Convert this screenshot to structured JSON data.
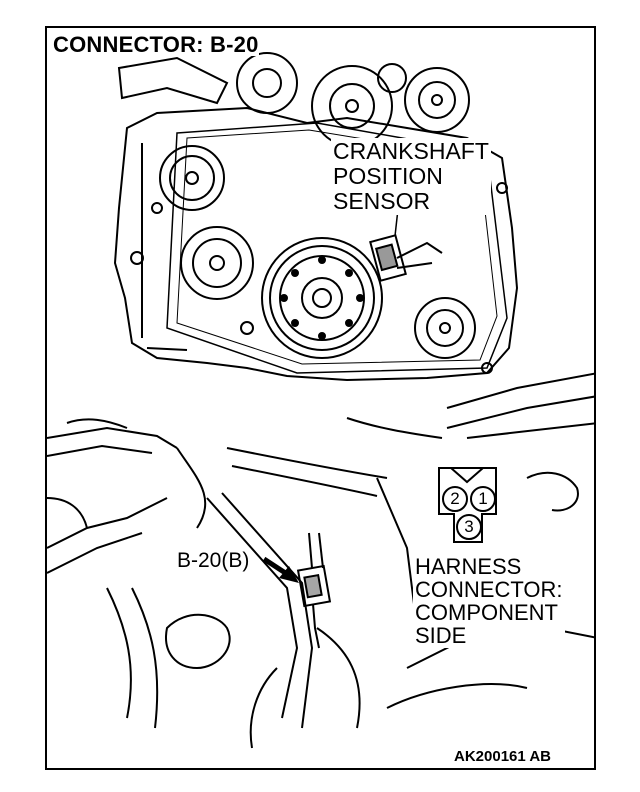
{
  "diagram": {
    "title": "CONNECTOR: B-20",
    "callouts": {
      "sensor": [
        "CRANKSHAFT",
        "POSITION",
        "SENSOR"
      ],
      "connector_ref": "B-20(B)",
      "harness": [
        "HARNESS",
        "CONNECTOR:",
        "COMPONENT",
        "SIDE"
      ]
    },
    "connector_pins": {
      "pin_1": "1",
      "pin_2": "2",
      "pin_3": "3"
    },
    "figure_code": "AK200161 AB"
  }
}
